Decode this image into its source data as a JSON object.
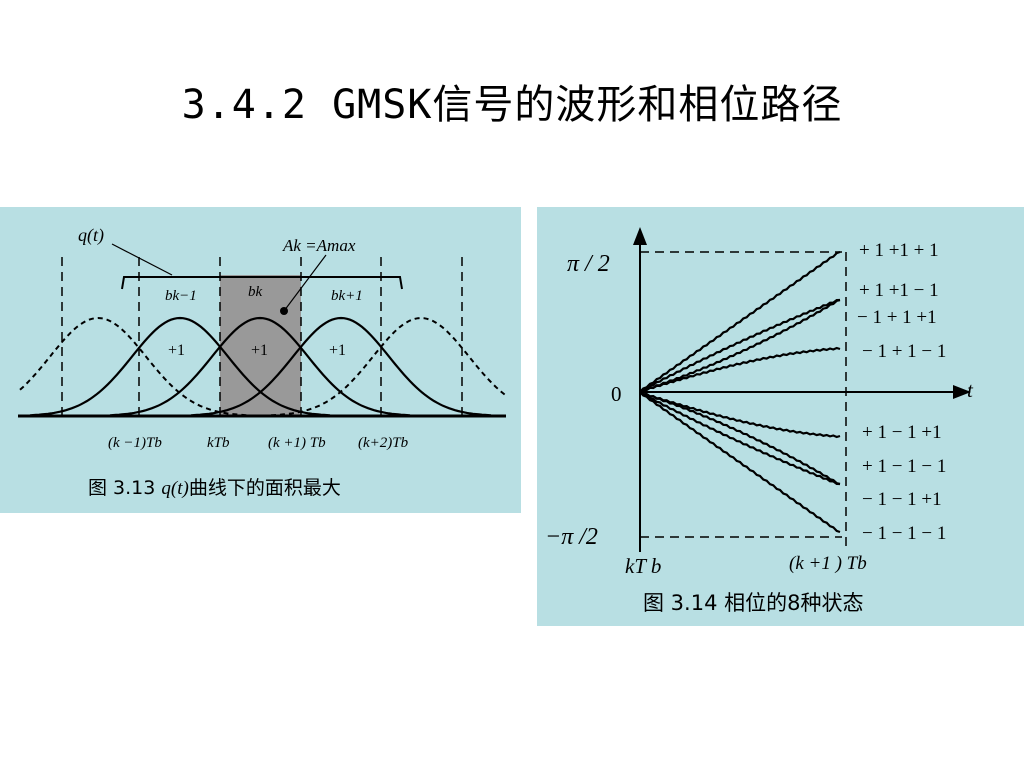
{
  "slide": {
    "title": "3.4.2 GMSK信号的波形和相位路径"
  },
  "figure_313": {
    "labels": {
      "q": "q(t)",
      "a_k": "Ak =Amax",
      "b_km1": "bk−1",
      "b_k": "bk",
      "b_kp1": "bk+1",
      "plus_one": "+1"
    },
    "x_ticks": [
      "(k −1)Tb",
      "kTb",
      "(k +1) Tb",
      "(k+2)Tb"
    ],
    "caption_prefix": "图 3.13 ",
    "caption_math": "q(t)",
    "caption_suffix": "曲线下的面积最大"
  },
  "figure_314": {
    "y_top": "π / 2",
    "y_zero": "0",
    "y_bottom": "−π  /2",
    "x_axis": "t",
    "x_start": "kT b",
    "x_end": "(k +1 ) Tb",
    "states": [
      "+ 1 +1 + 1",
      "+ 1 +1 − 1",
      "− 1 + 1 +1",
      "− 1 + 1 − 1",
      "+ 1 − 1 +1",
      "+ 1 − 1 − 1",
      "− 1 − 1 +1",
      "− 1 − 1 − 1"
    ],
    "caption": "图 3.14  相位的8种状态"
  },
  "colors": {
    "panel": "#b8dfe3",
    "shade": "#999999"
  }
}
